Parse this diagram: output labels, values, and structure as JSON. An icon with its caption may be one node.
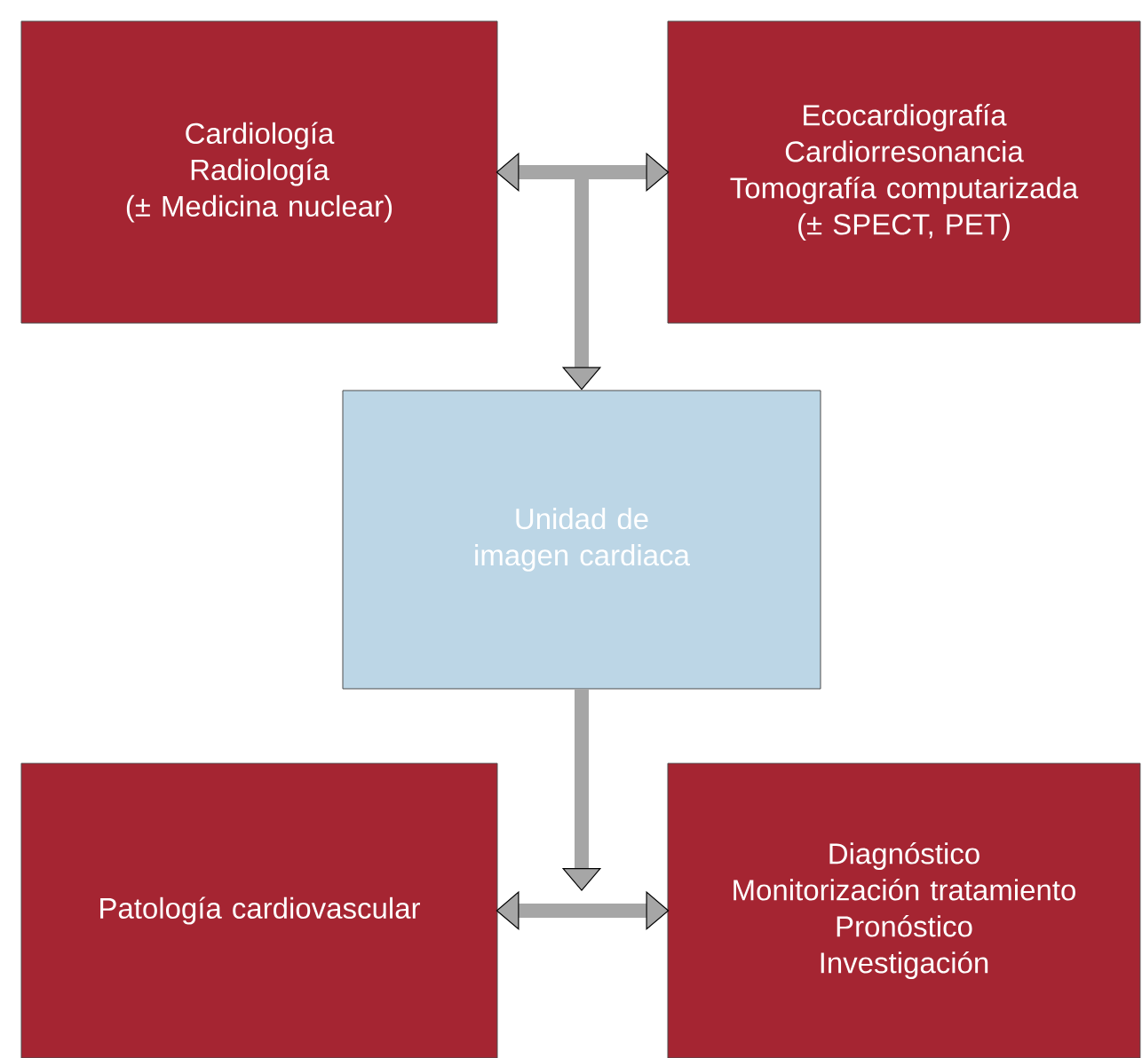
{
  "diagram": {
    "nodes": [
      {
        "text": [
          "Cardiología",
          "Radiología",
          "(± Medicina nuclear)"
        ]
      },
      {
        "text": [
          "Ecocardiografía",
          "Cardiorresonancia",
          "Tomografía computarizada",
          "(± SPECT, PET)"
        ]
      },
      {
        "text": [
          "Unidad de imagen cardiaca"
        ]
      },
      {
        "text": [
          "Patología cardiovascular"
        ]
      },
      {
        "text": [
          "Diagnóstico",
          "Monitorización tratamiento",
          "Pronóstico",
          "Investigación"
        ]
      }
    ],
    "edges": [
      {
        "from": 0,
        "to": 1,
        "arrow": "both"
      },
      {
        "from": null,
        "to": 2,
        "arrow": "to"
      },
      {
        "from": 2,
        "to": null,
        "arrow": "to"
      },
      {
        "from": 3,
        "to": 4,
        "arrow": "both"
      }
    ]
  }
}
